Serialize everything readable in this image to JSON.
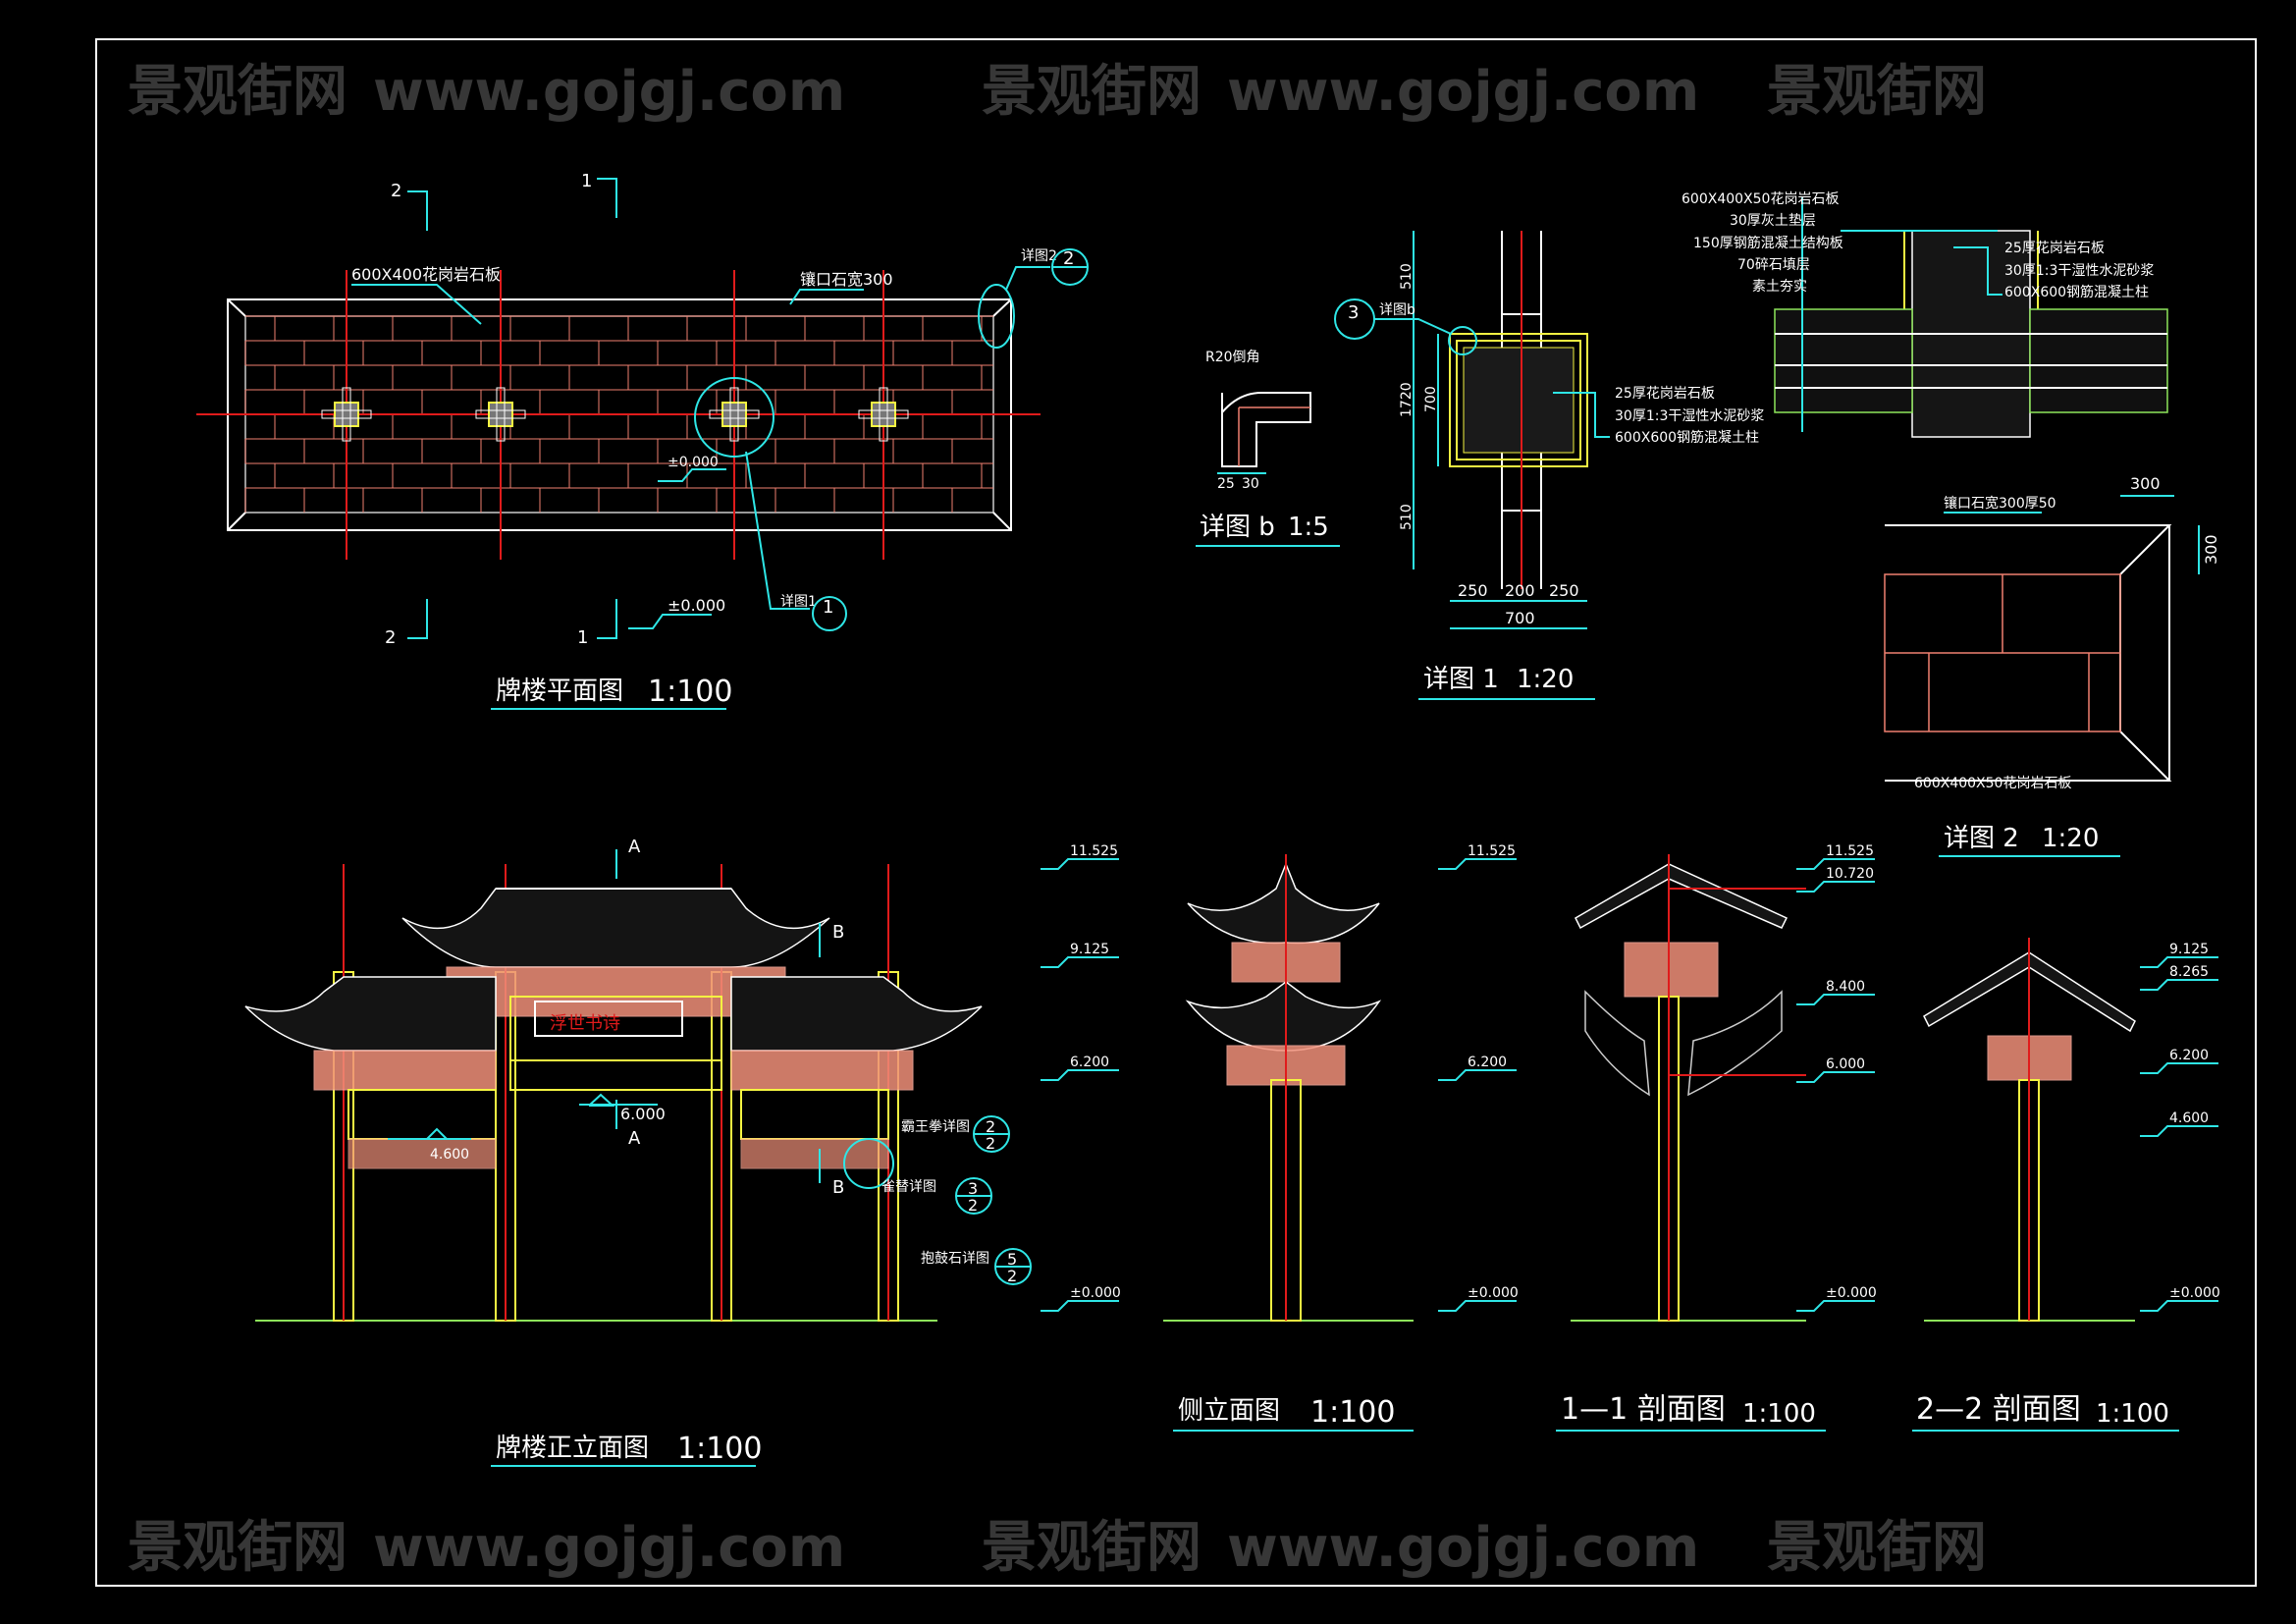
{
  "watermark": {
    "brand": "景观街网",
    "url": "www.gojgj.com"
  },
  "plan": {
    "title": "牌楼平面图",
    "scale": "1:100",
    "label_paving": "600X400花岗岩石板",
    "label_edge": "镶口石宽300",
    "detail2_ref": "详图2",
    "detail1_ref": "详图1",
    "bubble_top": "2",
    "bubble_bottom": "一",
    "bubble1_top": "1",
    "bubble1_bottom": "一",
    "level_inside": "±0.000",
    "level_outside": "±0.000",
    "section_marks": [
      "2",
      "1",
      "2",
      "1"
    ]
  },
  "detail_b": {
    "title": "详图 b",
    "scale": "1:5",
    "label_chamfer": "R20倒角",
    "dims": [
      "25",
      "30"
    ]
  },
  "detail_1": {
    "title": "详图 1",
    "scale": "1:20",
    "ref": "详图b",
    "bubble_top": "3",
    "bubble_bottom": "一",
    "vertical_dims": [
      "510",
      "1720",
      "700",
      "510"
    ],
    "horizontal_dims": [
      "250",
      "200",
      "250",
      "700"
    ],
    "labels": [
      "25厚花岗岩石板",
      "30厚1:3干湿性水泥砂浆",
      "600X600钢筋混凝土柱"
    ]
  },
  "section_detail": {
    "left_labels": [
      "600X400X50花岗岩石板",
      "30厚灰土垫层",
      "150厚钢筋混凝土结构板",
      "70碎石填层",
      "素土夯实"
    ],
    "right_labels": [
      "25厚花岗岩石板",
      "30厚1:3干湿性水泥砂浆",
      "600X600钢筋混凝土柱"
    ]
  },
  "detail_2": {
    "title": "详图 2",
    "scale": "1:20",
    "label_top": "镶口石宽300厚50",
    "label_bottom": "600X400X50花岗岩石板",
    "dims": [
      "300",
      "300"
    ]
  },
  "front_elevation": {
    "title": "牌楼正立面图",
    "scale": "1:100",
    "plaque": "浮世书诗",
    "levels": [
      "11.525",
      "9.125",
      "6.200",
      "±0.000"
    ],
    "inner_levels": [
      "6.000",
      "4.600"
    ],
    "section_a": "A",
    "section_b": "B",
    "callouts": [
      {
        "label": "霸王拳详图",
        "top": "2",
        "bottom": "2"
      },
      {
        "label": "雀替详图",
        "top": "3",
        "bottom": "2"
      },
      {
        "label": "抱鼓石详图",
        "top": "5",
        "bottom": "2"
      }
    ]
  },
  "side_elevation": {
    "title": "侧立面图",
    "scale": "1:100",
    "levels": [
      "11.525",
      "6.200",
      "±0.000"
    ]
  },
  "section_1_1": {
    "title": "1—1 剖面图",
    "scale": "1:100",
    "levels": [
      "11.525",
      "10.720",
      "8.400",
      "6.000",
      "±0.000"
    ]
  },
  "section_2_2": {
    "title": "2—2 剖面图",
    "scale": "1:100",
    "levels": [
      "9.125",
      "8.265",
      "6.200",
      "4.600",
      "±0.000"
    ]
  }
}
